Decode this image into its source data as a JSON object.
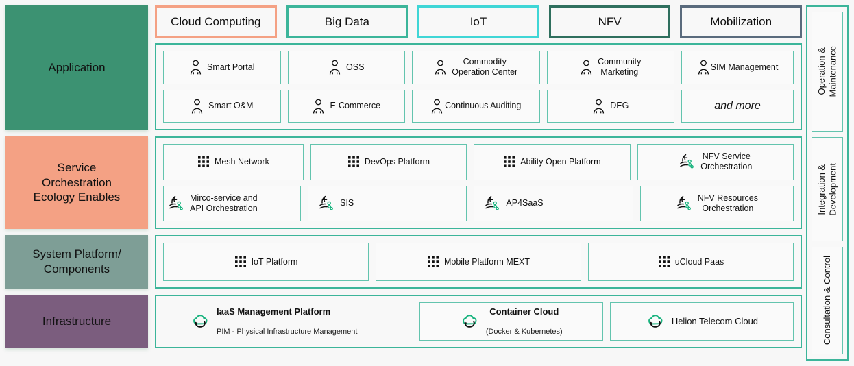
{
  "colors": {
    "teal_border": "#3cb59a",
    "teal_light_border": "#63c4ae",
    "application_fill": "#3c9272",
    "service_fill": "#f4a184",
    "system_fill": "#7e9e96",
    "infrastructure_fill": "#7b5d7e",
    "cloud_computing_border": "#f4a184",
    "big_data_border": "#3cb59a",
    "iot_border": "#3fd6d6",
    "nfv_border": "#2f6f5e",
    "mobilization_border": "#5a6b7d",
    "icon_green": "#18b37e",
    "panel_bg": "#f8f8f8"
  },
  "bands": [
    {
      "id": "application",
      "label": "Application",
      "header_pills": [
        {
          "label": "Cloud Computing",
          "border": "#f4a184"
        },
        {
          "label": "Big Data",
          "border": "#3cb59a"
        },
        {
          "label": "IoT",
          "border": "#3fd6d6"
        },
        {
          "label": "NFV",
          "border": "#2f6f5e"
        },
        {
          "label": "Mobilization",
          "border": "#5a6b7d"
        }
      ],
      "rows": [
        [
          {
            "label": "Smart Portal",
            "icon": "person-icon"
          },
          {
            "label": "OSS",
            "icon": "person-icon"
          },
          {
            "label": "Commodity\nOperation Center",
            "icon": "person-icon"
          },
          {
            "label": "Community\nMarketing",
            "icon": "person-icon"
          },
          {
            "label": "SIM Management",
            "icon": "person-icon"
          }
        ],
        [
          {
            "label": "Smart O&M",
            "icon": "person-icon"
          },
          {
            "label": "E-Commerce",
            "icon": "person-icon"
          },
          {
            "label": "Continuous Auditing",
            "icon": "person-icon"
          },
          {
            "label": "DEG",
            "icon": "person-icon"
          },
          {
            "label": "and more",
            "icon": "none",
            "style": "italic-underline"
          }
        ]
      ]
    },
    {
      "id": "service",
      "label": "Service\nOrchestration\nEcology Enables",
      "header_pills": [],
      "rows": [
        [
          {
            "label": "Mesh Network",
            "icon": "grid-dots-icon"
          },
          {
            "label": "DevOps Platform",
            "icon": "grid-dots-icon"
          },
          {
            "label": "Ability Open Platform",
            "icon": "grid-dots-icon"
          },
          {
            "label": "NFV Service\nOrchestration",
            "icon": "orchestration-icon"
          }
        ],
        [
          {
            "label": "Mirco-service and\nAPI Orchestration",
            "icon": "orchestration-icon"
          },
          {
            "label": "SIS",
            "icon": "orchestration-icon"
          },
          {
            "label": "AP4SaaS",
            "icon": "orchestration-icon"
          },
          {
            "label": "NFV Resources\nOrchestration",
            "icon": "orchestration-icon"
          }
        ]
      ]
    },
    {
      "id": "system",
      "label": "System Platform/\nComponents",
      "header_pills": [],
      "rows": [
        [
          {
            "label": "IoT Platform",
            "icon": "grid-dots-icon"
          },
          {
            "label": "Mobile Platform MEXT",
            "icon": "grid-dots-icon"
          },
          {
            "label": "uCloud Paas",
            "icon": "grid-dots-icon"
          }
        ]
      ]
    },
    {
      "id": "infrastructure",
      "label": "Infrastructure",
      "header_pills": [],
      "rows": [
        [
          {
            "label": "IaaS Management Platform",
            "sub": "PIM - Physical Infrastructure Management",
            "icon": "cloud-sync-icon",
            "bordered": false
          },
          {
            "label": "Container Cloud",
            "sub": "(Docker & Kubernetes)",
            "icon": "cloud-sync-icon",
            "bordered": true
          },
          {
            "label": "Helion Telecom Cloud",
            "sub": "",
            "icon": "cloud-sync-icon",
            "bordered": true
          }
        ]
      ]
    }
  ],
  "sidebar": {
    "items": [
      {
        "label": "Operation &\nMaintenance"
      },
      {
        "label": "Integration &\nDevelopment"
      },
      {
        "label": "Consultation & Control"
      }
    ]
  }
}
